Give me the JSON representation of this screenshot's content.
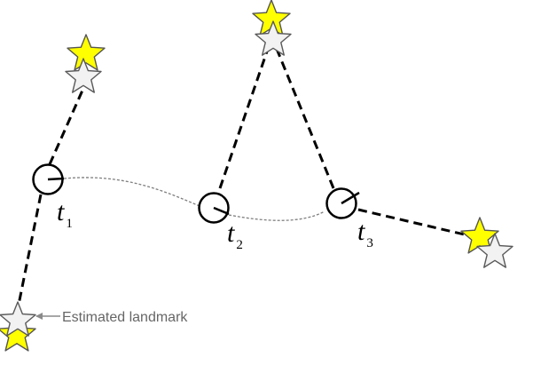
{
  "diagram": {
    "poses": [
      {
        "id": "t1",
        "symbol": "t",
        "subscript": "1"
      },
      {
        "id": "t2",
        "symbol": "t",
        "subscript": "2"
      },
      {
        "id": "t3",
        "symbol": "t",
        "subscript": "3"
      }
    ],
    "callout": {
      "text": "Estimated landmark"
    },
    "colors": {
      "true_landmark": "#ffff00",
      "estimated_landmark": "#f2f2f2",
      "observation_line": "#000000",
      "trajectory": "#7f7f7f",
      "callout_text": "#666666"
    }
  }
}
